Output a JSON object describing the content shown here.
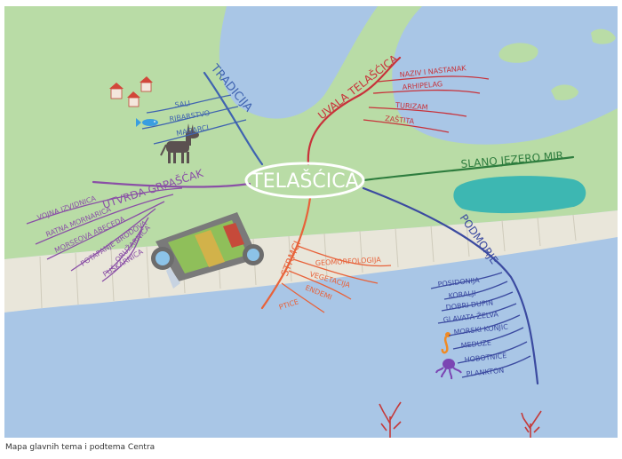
{
  "center": {
    "label": "TELAŠĆICA"
  },
  "branches": [
    {
      "id": "tradicija",
      "label": "TRADICIJA",
      "color": "#3f63b0",
      "subs": [
        "SALI",
        "RIBARSTVO",
        "MAGARCI"
      ]
    },
    {
      "id": "uvala",
      "label": "UVALA TELAŠĆICA",
      "color": "#c8323a",
      "subs": [
        "NAZIV I NASTANAK",
        "ARHIPELAG",
        "TURIZAM",
        "ZAŠTITA"
      ]
    },
    {
      "id": "slano",
      "label": "SLANO JEZERO MIR",
      "color": "#2e7d3e",
      "subs": []
    },
    {
      "id": "utvrda",
      "label": "UTVRDA GRPAŠĆAK",
      "color": "#8a4fa6",
      "subs": [
        "VOJNA IZVIDNICA",
        "RATNA MORNARICA",
        "MORSEOVA ABECEDA",
        "POTAPANJE BRODOVA",
        "ORUŽARNICA",
        "PUŠKARNICA"
      ]
    },
    {
      "id": "strmci",
      "label": "STRMCI",
      "color": "#e8623a",
      "subs": [
        "GEOMORFOLOGIJA",
        "VEGETACIJA",
        "ENDEMI",
        "PTICE"
      ]
    },
    {
      "id": "podmorje",
      "label": "PODMORJE",
      "color": "#3b4aa0",
      "subs": [
        "POSIDONIJA",
        "KORALJI",
        "DOBRI DUPIN",
        "GLAVATA ŽELVA",
        "MORSKI KONJIC",
        "MEDUZE",
        "HOBOTNICE",
        "PLANKTON"
      ]
    }
  ],
  "caption": "Mapa glavnih tema i podtema Centra",
  "colors": {
    "sea": "#a9c6e6",
    "land": "#b9dca6",
    "cliff": "#e9e6da",
    "lake": "#3db7b2",
    "coral": "#c43a3a"
  },
  "icons": [
    "houses-icon",
    "fish-icon",
    "donkey-icon",
    "fortress-icon",
    "seahorse-icon",
    "octopus-icon",
    "coral-icon"
  ]
}
